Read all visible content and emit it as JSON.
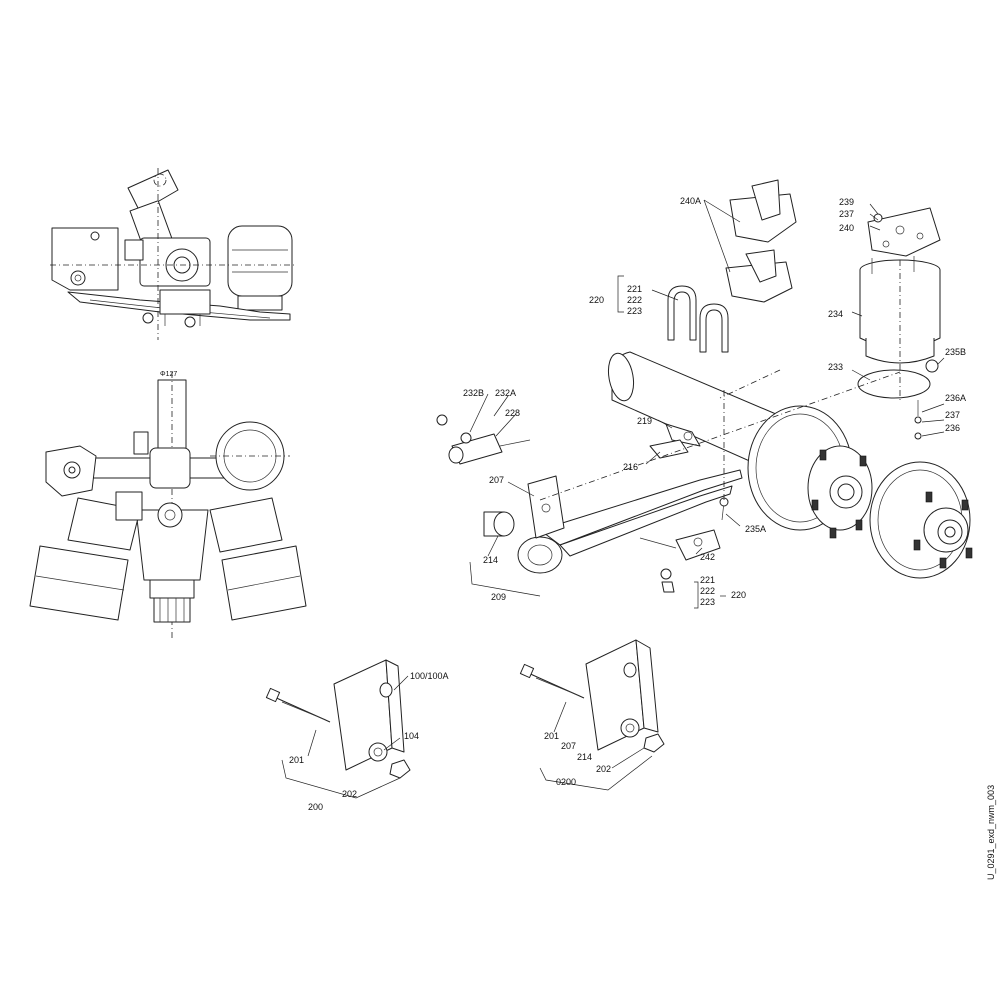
{
  "drawing_id": "U_0291_exd_nwm_003",
  "dimension": "Φ127",
  "callouts": {
    "c240A": "240A",
    "c239": "239",
    "c237a": "237",
    "c240": "240",
    "c221a": "221",
    "c222a": "222",
    "c223a": "223",
    "c220a": "220",
    "c234": "234",
    "c235B": "235B",
    "c233": "233",
    "c236A": "236A",
    "c237b": "237",
    "c236": "236",
    "c232B": "232B",
    "c232A": "232A",
    "c228": "228",
    "c219": "219",
    "c216": "216",
    "c207a": "207",
    "c235A": "235A",
    "c242": "242",
    "c214a": "214",
    "c209": "209",
    "c221b": "221",
    "c222b": "222",
    "c223b": "223",
    "c220b": "220",
    "c100": "100/100A",
    "c104": "104",
    "c201a": "201",
    "c202a": "202",
    "c200": "200",
    "c201b": "201",
    "c207b": "207",
    "c214b": "214",
    "c202b": "202",
    "c0200": "0200"
  }
}
